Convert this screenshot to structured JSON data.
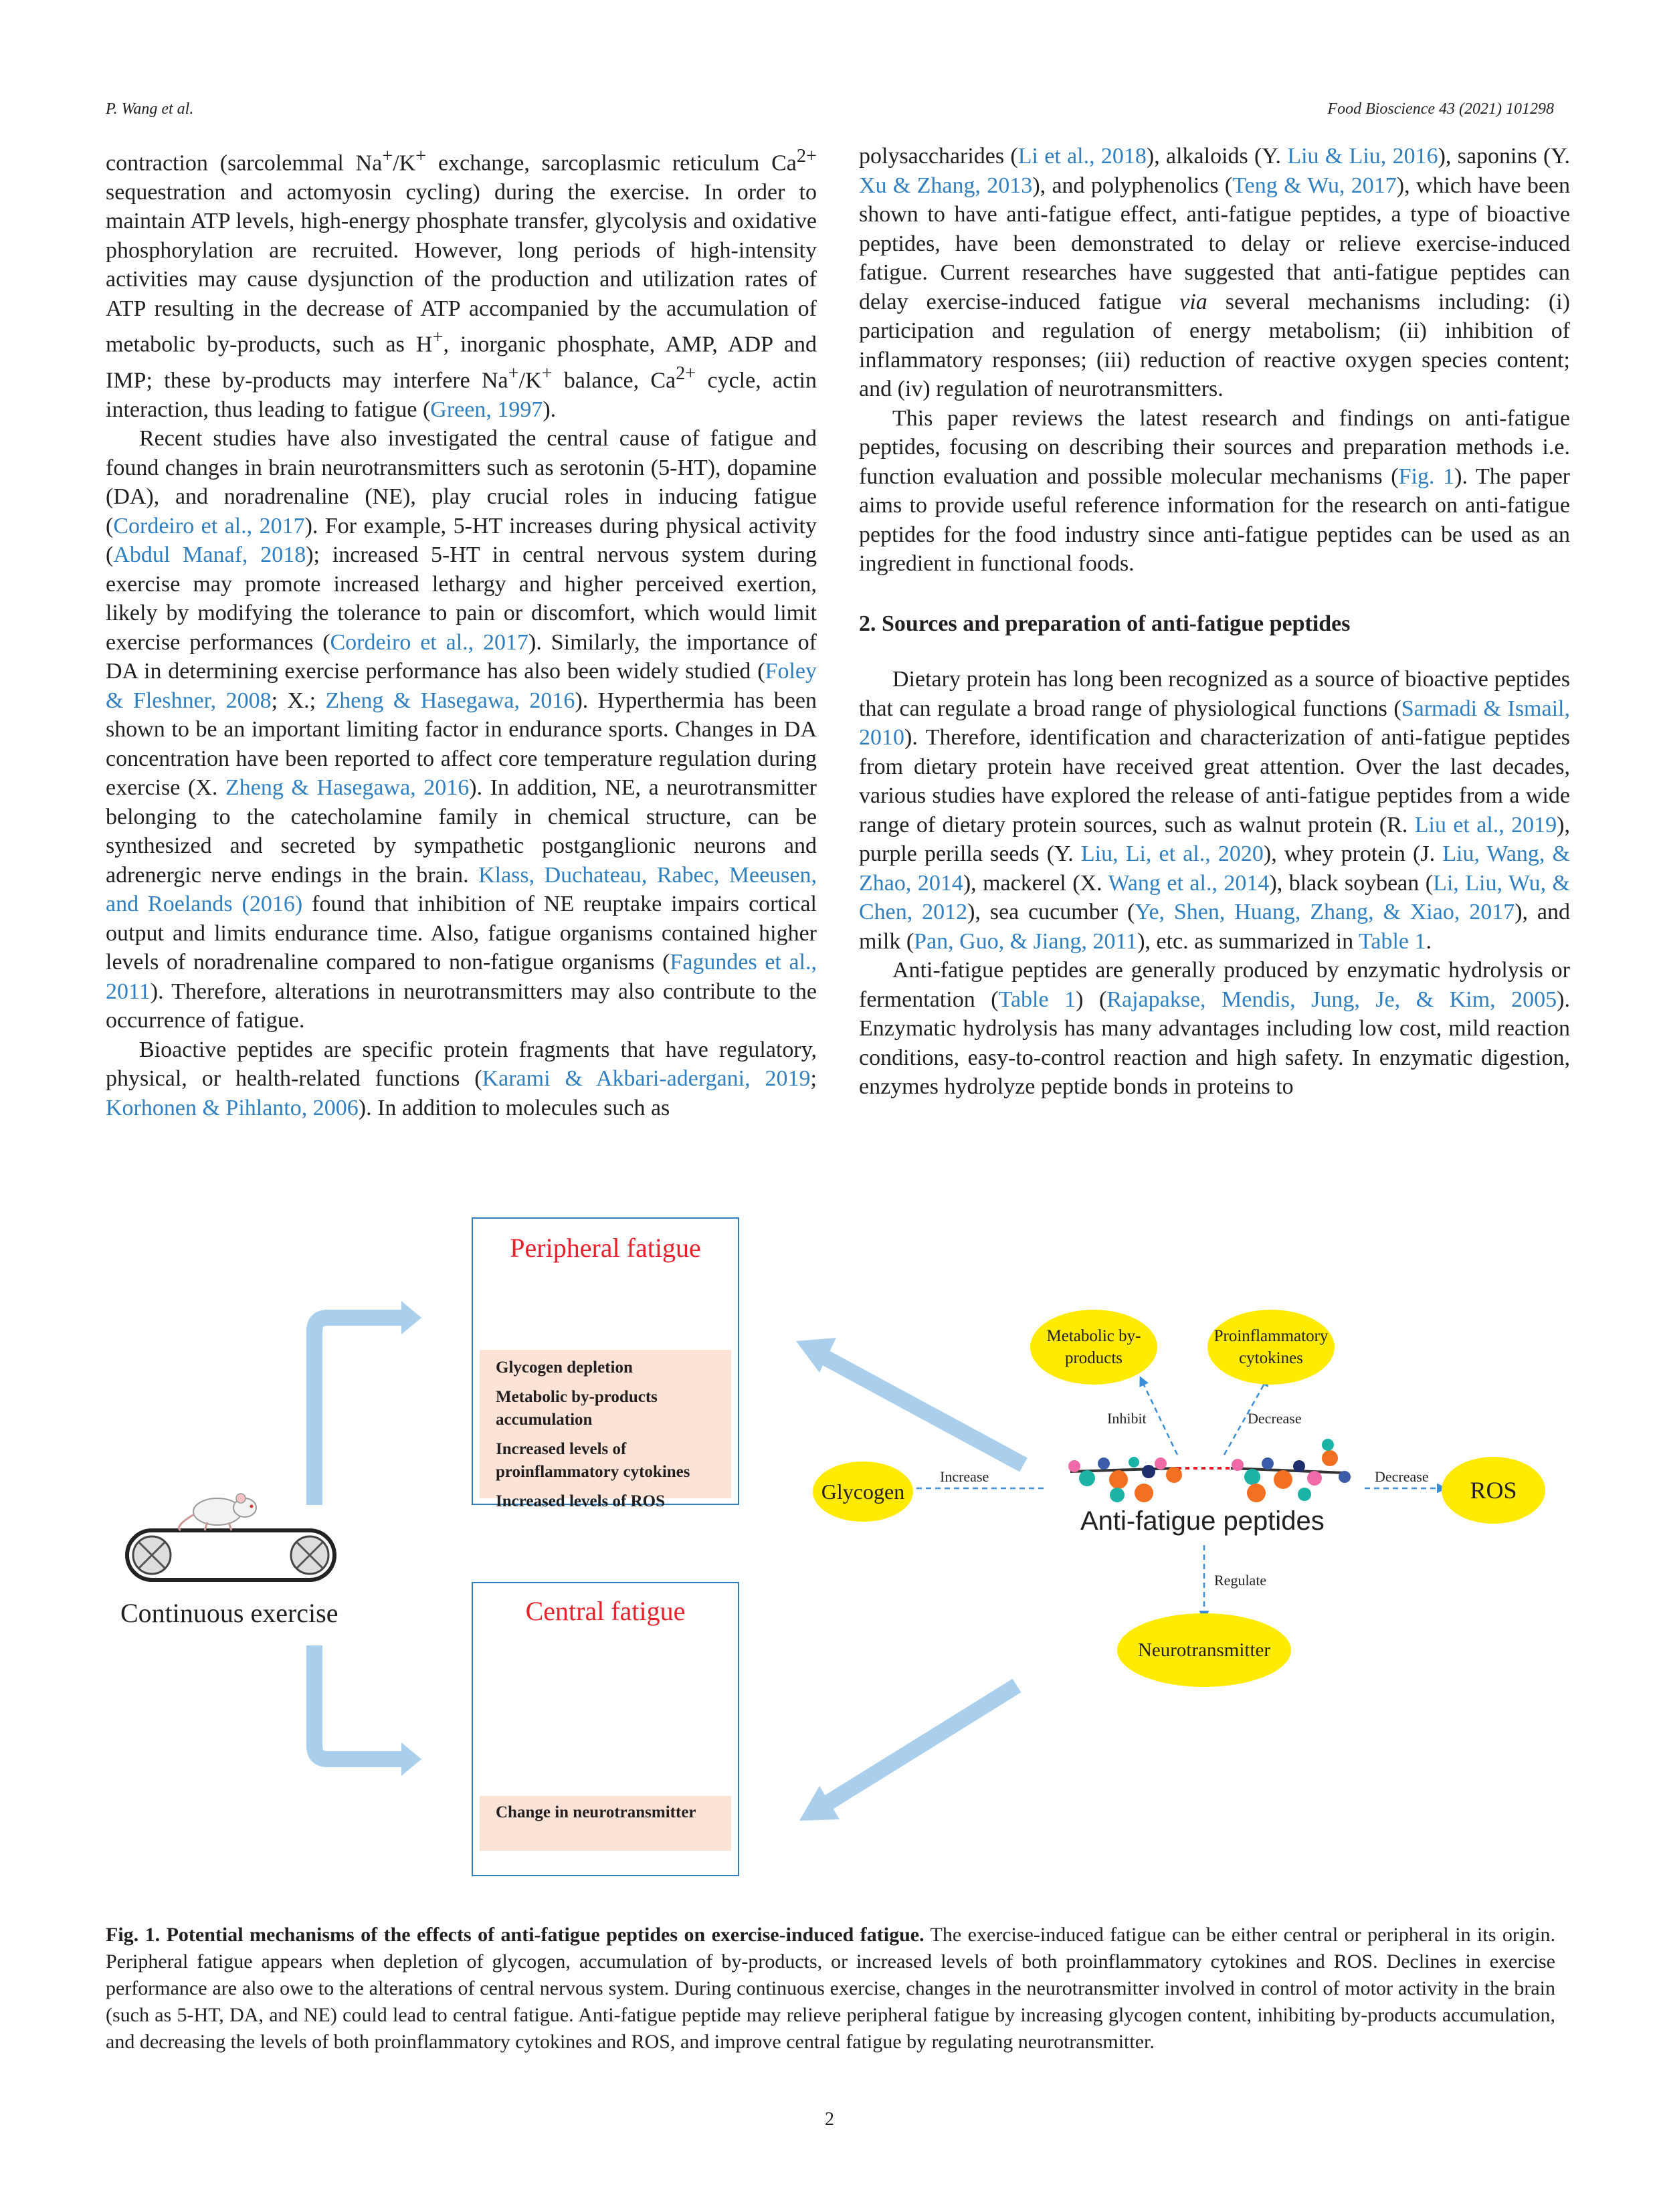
{
  "header": {
    "authors": "P. Wang et al.",
    "journal": "Food Bioscience 43 (2021) 101298"
  },
  "left_column": {
    "p1": [
      "contraction (sarcolemmal Na",
      "+",
      "/K",
      "+",
      " exchange, sarcoplasmic reticulum Ca",
      "2+",
      " sequestration and actomyosin cycling) during the exercise. In order to maintain ATP levels, high-energy phosphate transfer, glycolysis and oxidative phosphorylation are recruited. However, long periods of high-intensity activities may cause dysjunction of the production and utilization rates of ATP resulting in the decrease of ATP accompanied by the accumulation of metabolic by-products, such as H",
      "+",
      ", inorganic phosphate, AMP, ADP and IMP; these by-products may interfere Na",
      "+",
      "/K",
      "+",
      " balance, Ca",
      "2+",
      " cycle, actin interaction, thus leading to fatigue (",
      "Green, 1997",
      ")."
    ],
    "p2": [
      "Recent studies have also investigated the central cause of fatigue and found changes in brain neurotransmitters such as serotonin (5-HT), dopamine (DA), and noradrenaline (NE), play crucial roles in inducing fatigue (",
      "Cordeiro et al., 2017",
      "). For example, 5-HT increases during physical activity (",
      "Abdul Manaf, 2018",
      "); increased 5-HT in central nervous system during exercise may promote increased lethargy and higher perceived exertion, likely by modifying the tolerance to pain or discomfort, which would limit exercise performances (",
      "Cordeiro et al., 2017",
      "). Similarly, the importance of DA in determining exercise performance has also been widely studied (",
      "Foley & Fleshner, 2008",
      "; X.; ",
      "Zheng & Hasegawa, 2016",
      "). Hyperthermia has been shown to be an important limiting factor in endurance sports. Changes in DA concentration have been reported to affect core temperature regulation during exercise (X. ",
      "Zheng & Hasegawa, 2016",
      "). In addition, NE, a neurotransmitter belonging to the catecholamine family in chemical structure, can be synthesized and secreted by sympathetic postganglionic neurons and adrenergic nerve endings in the brain. ",
      "Klass, Duchateau, Rabec, Meeusen, and Roelands (2016)",
      " found that inhibition of NE reuptake impairs cortical output and limits endurance time. Also, fatigue organisms contained higher levels of noradrenaline compared to non-fatigue organisms (",
      "Fagundes et al., 2011",
      "). Therefore, alterations in neurotransmitters may also contribute to the occurrence of fatigue."
    ],
    "p3": [
      "Bioactive peptides are specific protein fragments that have regulatory, physical, or health-related functions (",
      "Karami & Akbari-adergani, 2019",
      "; ",
      "Korhonen & Pihlanto, 2006",
      "). In addition to molecules such as"
    ]
  },
  "right_column": {
    "p1": [
      "polysaccharides (",
      "Li et al., 2018",
      "), alkaloids (Y. ",
      "Liu & Liu, 2016",
      "), saponins (Y. ",
      "Xu & Zhang, 2013",
      "), and polyphenolics (",
      "Teng & Wu, 2017",
      "), which have been shown to have anti-fatigue effect, anti-fatigue peptides, a type of bioactive peptides, have been demonstrated to delay or relieve exercise-induced fatigue. Current researches have suggested that anti-fatigue peptides can delay exercise-induced fatigue ",
      "via",
      " several mechanisms including: (i) participation and regulation of energy metabolism; (ii) inhibition of inflammatory responses; (iii) reduction of reactive oxygen species content; and (iv) regulation of neurotransmitters."
    ],
    "p2": [
      "This paper reviews the latest research and findings on anti-fatigue peptides, focusing on describing their sources and preparation methods i.e. function evaluation and possible molecular mechanisms (",
      "Fig. 1",
      "). The paper aims to provide useful reference information for the research on anti-fatigue peptides for the food industry since anti-fatigue peptides can be used as an ingredient in functional foods."
    ],
    "heading": "2.  Sources and preparation of anti-fatigue peptides",
    "p3": [
      "Dietary protein has long been recognized as a source of bioactive peptides that can regulate a broad range of physiological functions (",
      "Sarmadi & Ismail, 2010",
      "). Therefore, identification and characterization of anti-fatigue peptides from dietary protein have received great attention. Over the last decades, various studies have explored the release of anti-fatigue peptides from a wide range of dietary protein sources, such as walnut protein (R. ",
      "Liu et al., 2019",
      "), purple perilla seeds (Y. ",
      "Liu, Li, et al., 2020",
      "), whey protein (J. ",
      "Liu, Wang, & Zhao, 2014",
      "), mackerel (X. ",
      "Wang et al., 2014",
      "), black soybean (",
      "Li, Liu, Wu, & Chen, 2012",
      "), sea cucumber (",
      "Ye, Shen, Huang, Zhang, & Xiao, 2017",
      "), and milk (",
      "Pan, Guo, & Jiang, 2011",
      "), etc. as summarized in ",
      "Table 1",
      "."
    ],
    "p4": [
      "Anti-fatigue peptides are generally produced by enzymatic hydrolysis or fermentation (",
      "Table 1",
      ") (",
      "Rajapakse, Mendis, Jung, Je, & Kim, 2005",
      "). Enzymatic hydrolysis has many advantages including low cost, mild reaction conditions, easy-to-control reaction and high safety. In enzymatic digestion, enzymes hydrolyze peptide bonds in proteins to"
    ]
  },
  "figure": {
    "continuous_exercise": "Continuous exercise",
    "peripheral": {
      "title": "Peripheral fatigue",
      "items": [
        "Glycogen depletion",
        "Metabolic by-products accumulation",
        "Increased levels of proinflammatory  cytokines",
        "Increased levels of ROS"
      ]
    },
    "central": {
      "title": "Central fatigue",
      "items": [
        "Change in neurotransmitter"
      ]
    },
    "mechanism": {
      "center_label": "Anti-fatigue peptides",
      "metabolic": "Metabolic by-products",
      "proinflammatory": "Proinflammatory cytokines",
      "glycogen": "Glycogen",
      "ros": "ROS",
      "neurotransmitter": "Neurotransmitter",
      "inhibit": "Inhibit",
      "decrease_top": "Decrease",
      "increase": "Increase",
      "decrease_right": "Decrease",
      "regulate": "Regulate"
    },
    "colors": {
      "panel_border": "#2f7fc1",
      "title_red": "#e8212a",
      "list_bg": "#fce3d6",
      "ellipse_yellow": "#ffeb00",
      "arrow_blue": "#a9cfed"
    }
  },
  "caption": {
    "bold": "Fig. 1. Potential mechanisms of the effects of anti-fatigue peptides on exercise-induced fatigue.",
    "text": " The exercise-induced fatigue can be either central or peripheral in its origin. Peripheral fatigue appears when depletion of glycogen, accumulation of by-products, or increased levels of both proinflammatory cytokines and ROS. Declines in exercise performance are also owe to the alterations of central nervous system. During continuous exercise, changes in the neurotransmitter involved in control of motor activity in the brain (such as 5-HT, DA, and NE) could lead to central fatigue. Anti-fatigue peptide may relieve peripheral fatigue by increasing glycogen content, inhibiting by-products accumulation, and decreasing the levels of both proinflammatory cytokines and ROS, and improve central fatigue by regulating neurotransmitter."
  },
  "page_number": "2"
}
